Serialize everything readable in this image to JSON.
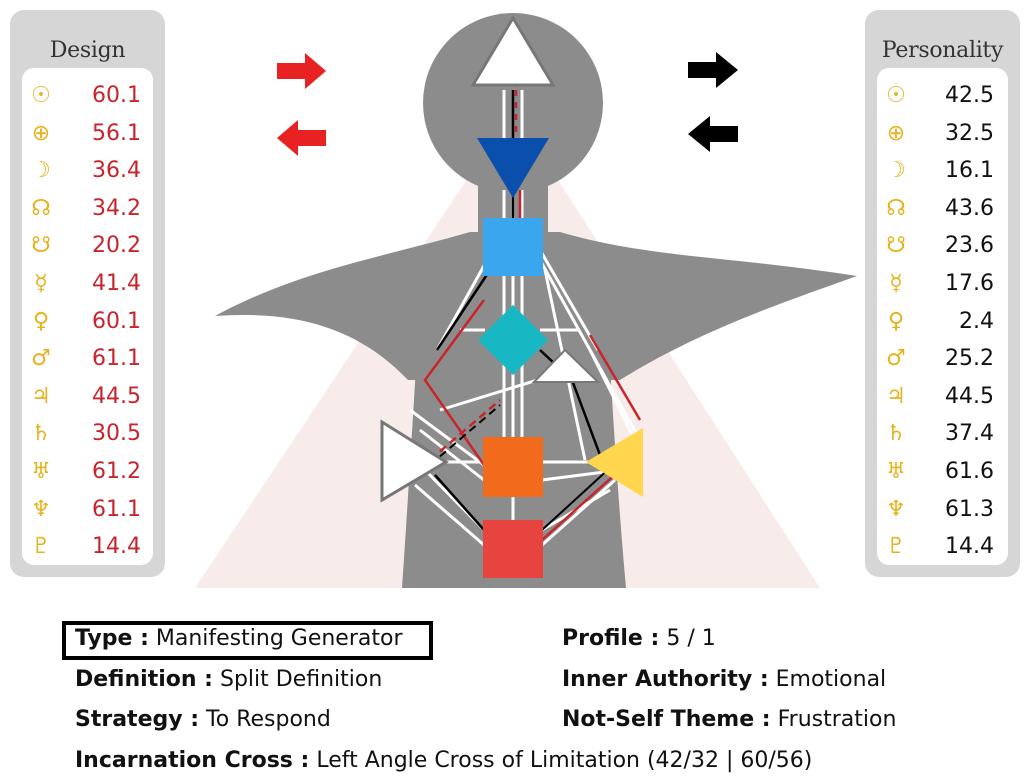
{
  "design": {
    "title": "Design",
    "items": [
      {
        "icon": "sun-icon",
        "glyph": "☉",
        "value": "60.1"
      },
      {
        "icon": "earth-icon",
        "glyph": "⊕",
        "value": "56.1"
      },
      {
        "icon": "moon-icon",
        "glyph": "☽",
        "value": "36.4"
      },
      {
        "icon": "north-node-icon",
        "glyph": "☊",
        "value": "34.2"
      },
      {
        "icon": "south-node-icon",
        "glyph": "☋",
        "value": "20.2"
      },
      {
        "icon": "mercury-icon",
        "glyph": "☿",
        "value": "41.4"
      },
      {
        "icon": "venus-icon",
        "glyph": "♀",
        "value": "60.1"
      },
      {
        "icon": "mars-icon",
        "glyph": "♂",
        "value": "61.1"
      },
      {
        "icon": "jupiter-icon",
        "glyph": "♃",
        "value": "44.5"
      },
      {
        "icon": "saturn-icon",
        "glyph": "♄",
        "value": "30.5"
      },
      {
        "icon": "uranus-icon",
        "glyph": "♅",
        "value": "61.2"
      },
      {
        "icon": "neptune-icon",
        "glyph": "♆",
        "value": "61.1"
      },
      {
        "icon": "pluto-icon",
        "glyph": "♇",
        "value": "14.4"
      }
    ]
  },
  "personality": {
    "title": "Personality",
    "items": [
      {
        "icon": "sun-icon",
        "glyph": "☉",
        "value": "42.5"
      },
      {
        "icon": "earth-icon",
        "glyph": "⊕",
        "value": "32.5"
      },
      {
        "icon": "moon-icon",
        "glyph": "☽",
        "value": "16.1"
      },
      {
        "icon": "north-node-icon",
        "glyph": "☊",
        "value": "43.6"
      },
      {
        "icon": "south-node-icon",
        "glyph": "☋",
        "value": "23.6"
      },
      {
        "icon": "mercury-icon",
        "glyph": "☿",
        "value": "17.6"
      },
      {
        "icon": "venus-icon",
        "glyph": "♀",
        "value": "2.4"
      },
      {
        "icon": "mars-icon",
        "glyph": "♂",
        "value": "25.2"
      },
      {
        "icon": "jupiter-icon",
        "glyph": "♃",
        "value": "44.5"
      },
      {
        "icon": "saturn-icon",
        "glyph": "♄",
        "value": "37.4"
      },
      {
        "icon": "uranus-icon",
        "glyph": "♅",
        "value": "61.6"
      },
      {
        "icon": "neptune-icon",
        "glyph": "♆",
        "value": "61.3"
      },
      {
        "icon": "pluto-icon",
        "glyph": "♇",
        "value": "14.4"
      }
    ]
  },
  "colors": {
    "design_value": "#c7252b",
    "personality_value": "#111111",
    "planet_glyph": "#e8b21c",
    "body_gray": "#8c8c8c",
    "aura": "#f7ece9",
    "head_center": "#ffffff",
    "ajna_center": "#0b4fad",
    "throat_center": "#3aa6ee",
    "g_center": "#17b8c4",
    "heart_center": "#ffffff",
    "spleen_center": "#ffffff",
    "solar_plexus_center": "#ffd64d",
    "sacral_center": "#f26a1b",
    "root_center": "#e8443f",
    "design_arrow": "#e82222",
    "personality_arrow": "#000000"
  },
  "info": {
    "type_label": "Type :",
    "type_value": "Manifesting Generator",
    "definition_label": "Definition :",
    "definition_value": "Split Definition",
    "strategy_label": "Strategy :",
    "strategy_value": "To Respond",
    "profile_label": "Profile :",
    "profile_value": "5 / 1",
    "authority_label": "Inner Authority :",
    "authority_value": "Emotional",
    "notself_label": "Not-Self Theme :",
    "notself_value": "Frustration",
    "cross_label": "Incarnation Cross :",
    "cross_value": "Left Angle Cross of Limitation (42/32 | 60/56)"
  }
}
